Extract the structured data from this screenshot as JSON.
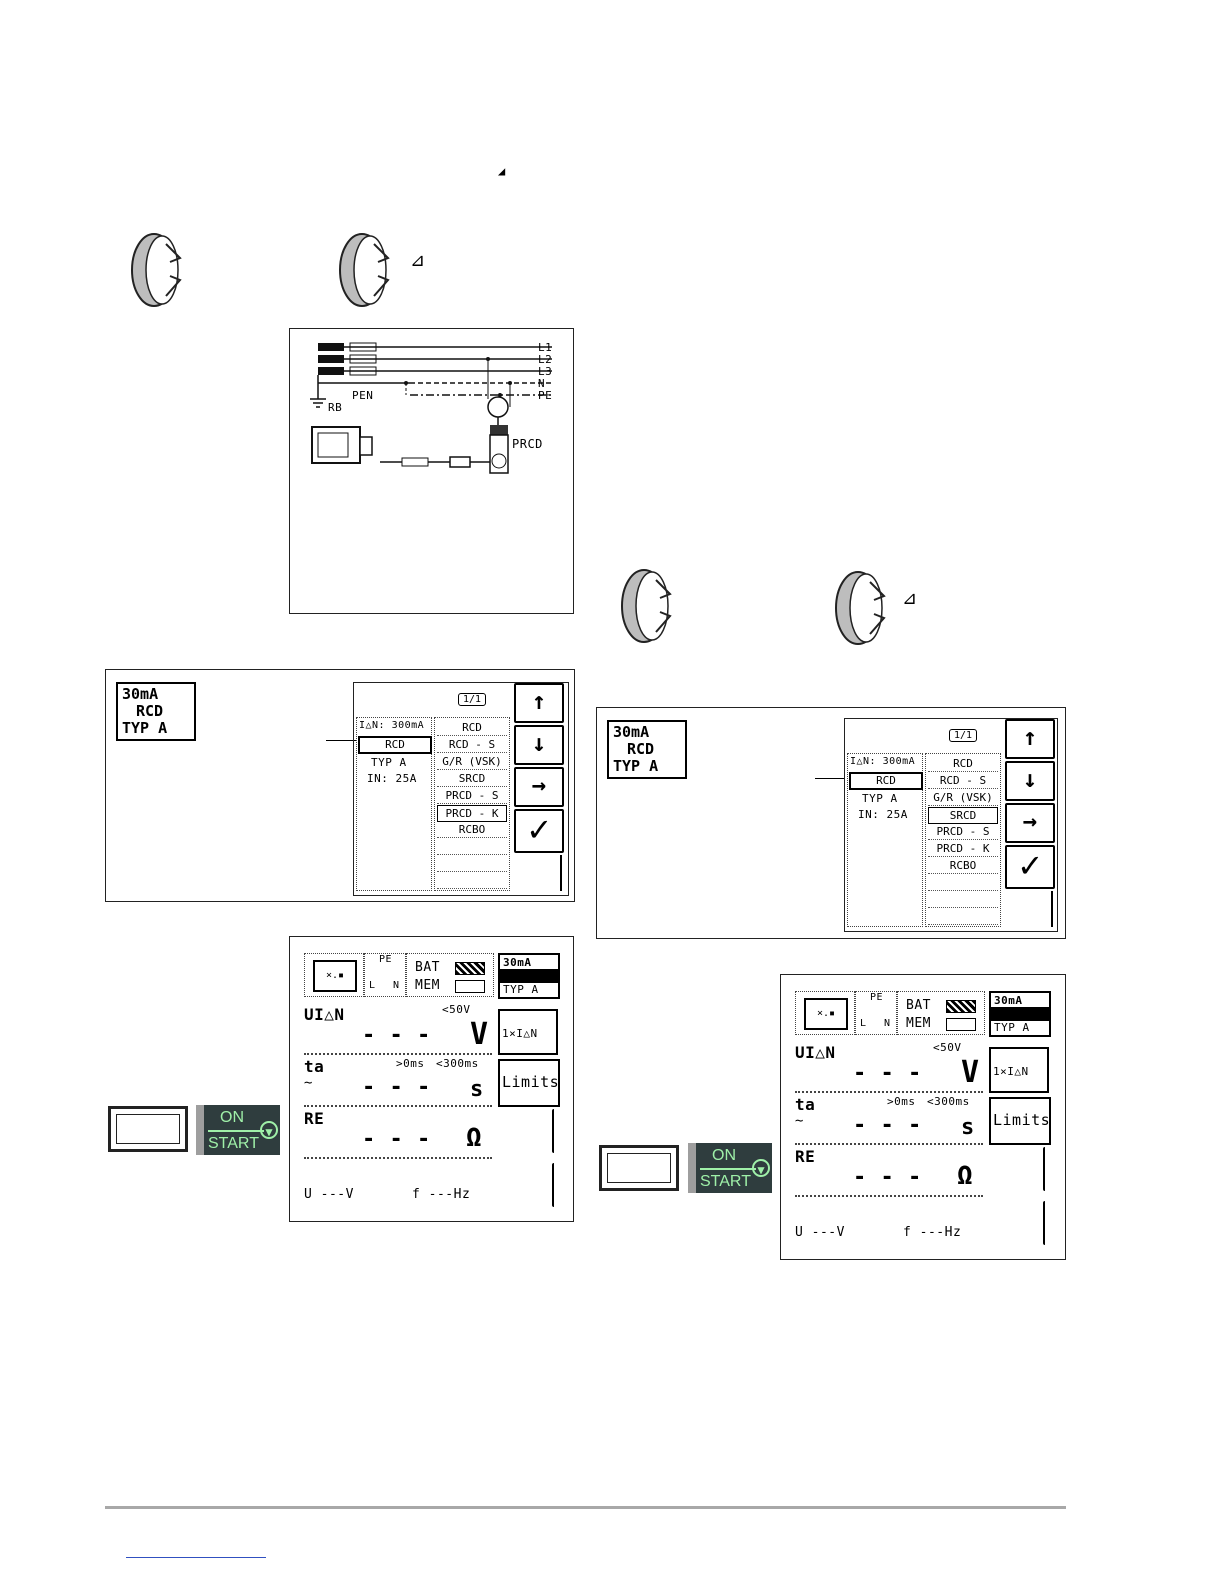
{
  "top_triangle": "◢",
  "rotary_symbol": "⊿",
  "wiring": {
    "lines": [
      "L1",
      "L2",
      "L3",
      "N",
      "PE"
    ],
    "pen": "PEN",
    "rb": "RB",
    "device": "PRCD"
  },
  "select_screen": {
    "tag_current": "30mA",
    "tag_type": "RCD",
    "tag_typ": "TYP A",
    "page": "1/1",
    "param_idn": "I△N: 300mA",
    "param_rcd": "RCD",
    "param_typ": "TYP   A",
    "param_in": "IN:   25A",
    "options_left": [
      "RCD",
      "RCD - S",
      "G/R (VSK)",
      "SRCD",
      "PRCD - S",
      "PRCD - K",
      "RCBO"
    ],
    "options_right": [
      "RCD",
      "RCD - S",
      "G/R (VSK)",
      "SRCD",
      "PRCD - S",
      "PRCD - K",
      "RCBO"
    ]
  },
  "measure_screen": {
    "bat": "BAT",
    "mem": "MEM",
    "pe": "PE",
    "l": "L",
    "n": "N",
    "tag_current": "30mA",
    "tag_typ": "TYP A",
    "u_label": "UI△N",
    "u_limit": "<50V",
    "u_value": "- - -",
    "u_unit": "V",
    "ta_label": "ta",
    "ta_range_lo": ">0ms",
    "ta_range_hi": "<300ms",
    "ta_value": "- - -",
    "ta_unit": "s",
    "re_label": "RE",
    "re_value": "- - -",
    "re_unit": "Ω",
    "footer_v": "U   ---V",
    "footer_f": "f   ---Hz",
    "mult_label": "1×I△N",
    "limits_label": "Limits"
  },
  "onstart": {
    "on": "ON",
    "start": "START"
  }
}
